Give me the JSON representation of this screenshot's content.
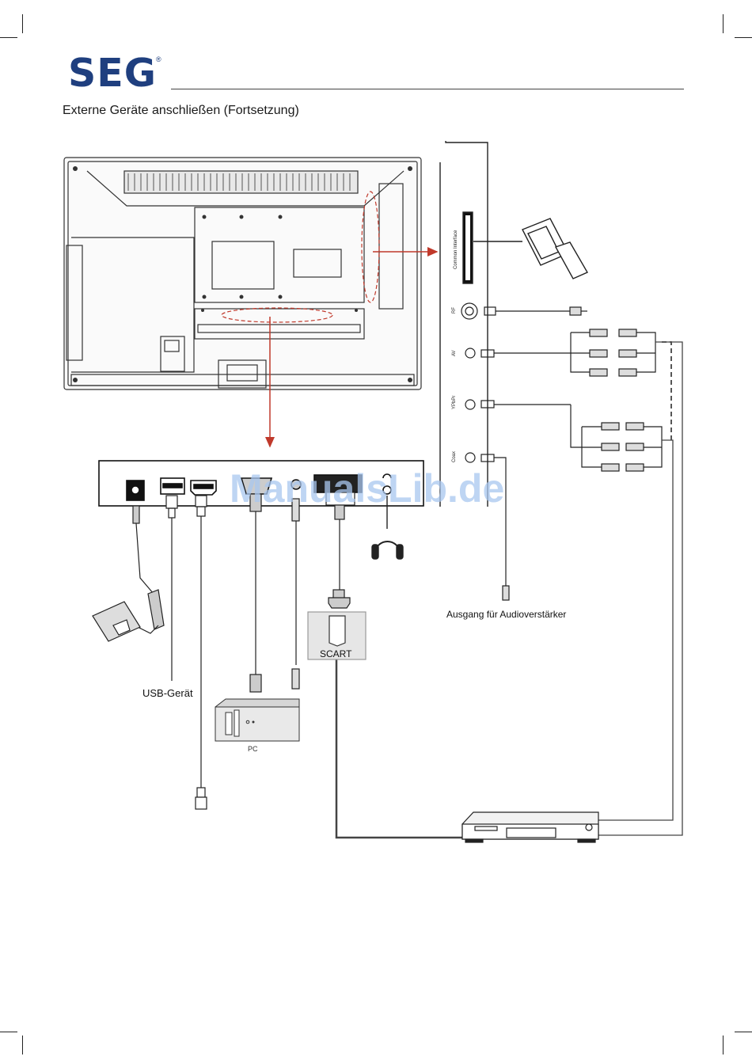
{
  "header": {
    "logo_text": "SEG",
    "logo_mark": "®",
    "title": "Externe Geräte anschließen (Fortsetzung)"
  },
  "labels": {
    "common_interface": "Common Interface",
    "rf": "RF",
    "av": "AV",
    "ypbpr": "YPbPr",
    "coax": "Coax",
    "usb_device": "USB-Gerät",
    "pc": "PC",
    "scart": "SCART",
    "audio_out": "Ausgang für Audioverstärker"
  },
  "watermark": "ManualsLib.de",
  "colors": {
    "logo": "#1f3f7f",
    "callout_red": "#c0392b",
    "line": "#333333",
    "watermark": "#a9c7ef"
  },
  "icons": [
    "tv-back-panel",
    "ci-card",
    "antenna-plug",
    "rca-plug",
    "power-adapter",
    "usb-plug",
    "hdmi-plug",
    "vga-plug",
    "pc-tower",
    "scart-plug",
    "headphones-icon",
    "dvd-player"
  ]
}
